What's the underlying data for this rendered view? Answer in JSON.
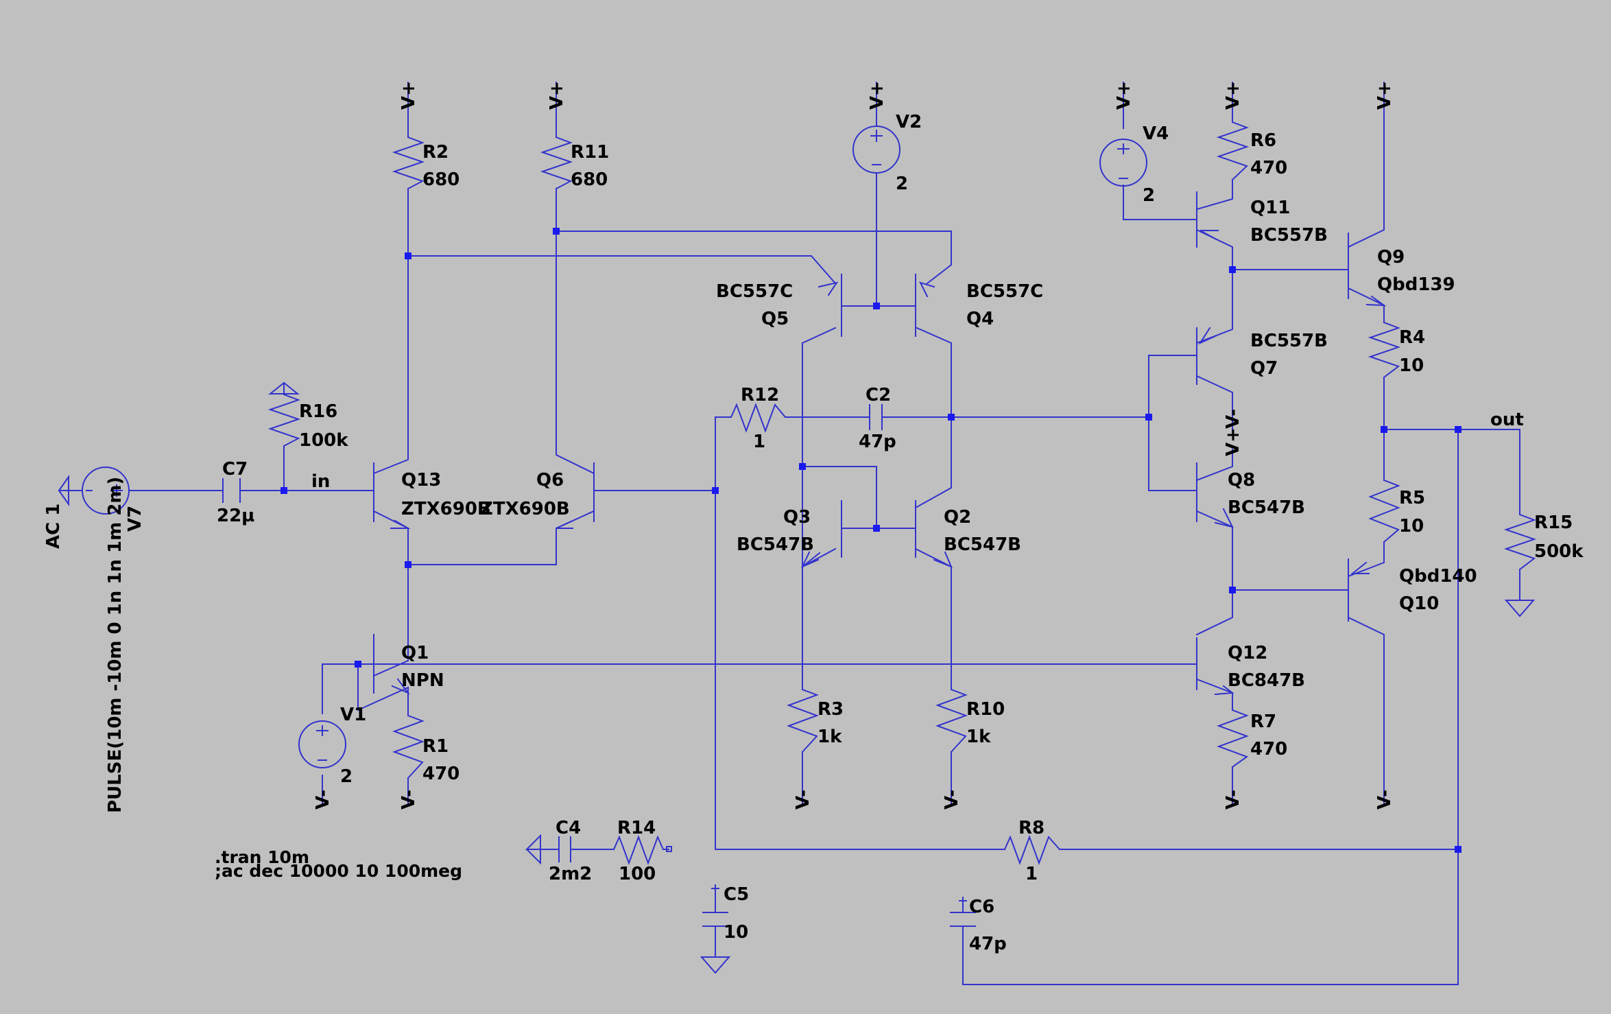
{
  "rails": {
    "vplus": "V+",
    "vminus": "V-"
  },
  "components": {
    "R2": {
      "name": "R2",
      "value": "680"
    },
    "R11": {
      "name": "R11",
      "value": "680"
    },
    "R16": {
      "name": "R16",
      "value": "100k"
    },
    "R12": {
      "name": "R12",
      "value": "1"
    },
    "R3": {
      "name": "R3",
      "value": "1k"
    },
    "R10": {
      "name": "R10",
      "value": "1k"
    },
    "R1": {
      "name": "R1",
      "value": "470"
    },
    "R6": {
      "name": "R6",
      "value": "470"
    },
    "R7": {
      "name": "R7",
      "value": "470"
    },
    "R4": {
      "name": "R4",
      "value": "10"
    },
    "R5": {
      "name": "R5",
      "value": "10"
    },
    "R15": {
      "name": "R15",
      "value": "500k"
    },
    "R8": {
      "name": "R8",
      "value": "1"
    },
    "R14": {
      "name": "R14",
      "value": "100"
    },
    "C7": {
      "name": "C7",
      "value": "22µ"
    },
    "C2": {
      "name": "C2",
      "value": "47p"
    },
    "C4": {
      "name": "C4",
      "value": "2m2"
    },
    "C5": {
      "name": "C5",
      "value": "10"
    },
    "C6": {
      "name": "C6",
      "value": "47p"
    },
    "V1": {
      "name": "V1",
      "value": "2"
    },
    "V2": {
      "name": "V2",
      "value": "2"
    },
    "V4": {
      "name": "V4",
      "value": "2"
    },
    "V7": {
      "name": "V7",
      "value": "PULSE(10m -10m 0 1n 1n 1m 2m)",
      "ac": "AC 1"
    },
    "Q13": {
      "name": "Q13",
      "model": "ZTX690B"
    },
    "Q6": {
      "name": "Q6",
      "model": "ZTX690B"
    },
    "Q5": {
      "name": "Q5",
      "model": "BC557C"
    },
    "Q4": {
      "name": "Q4",
      "model": "BC557C"
    },
    "Q3": {
      "name": "Q3",
      "model": "BC547B"
    },
    "Q2": {
      "name": "Q2",
      "model": "BC547B"
    },
    "Q1": {
      "name": "Q1",
      "model": "NPN"
    },
    "Q11": {
      "name": "Q11",
      "model": "BC557B"
    },
    "Q7": {
      "name": "Q7",
      "model": "BC557B"
    },
    "Q8": {
      "name": "Q8",
      "model": "BC547B"
    },
    "Q12": {
      "name": "Q12",
      "model": "BC847B"
    },
    "Q9": {
      "name": "Q9",
      "model": "Qbd139"
    },
    "Q10": {
      "name": "Q10",
      "model": "Qbd140"
    }
  },
  "nets": {
    "in": "in",
    "out": "out"
  },
  "directives": [
    ".tran 10m",
    ";ac dec 10000 10 100meg"
  ],
  "colors": {
    "background": "#c0c0c0",
    "wire": "#3333cc",
    "junction": "#1a1aee",
    "text": "#000000"
  }
}
